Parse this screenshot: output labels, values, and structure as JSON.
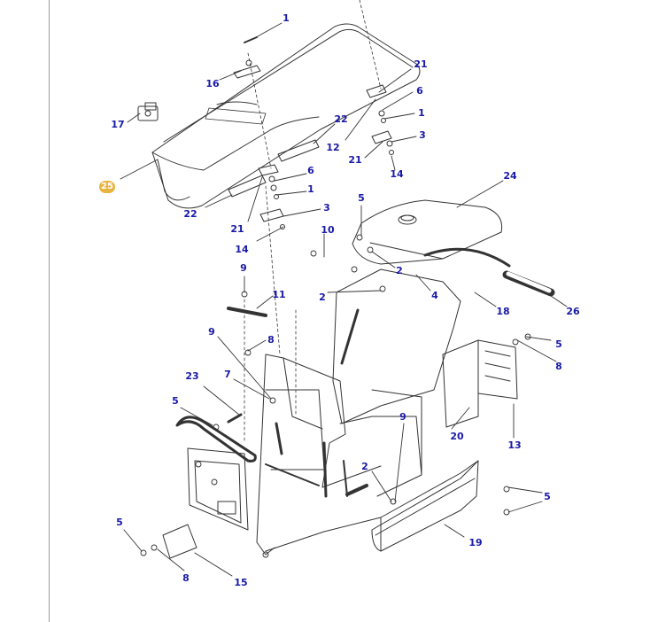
{
  "diagram": {
    "highlighted_callout": "25",
    "colors": {
      "line": "#333333",
      "callout_text": "#1a1aa8",
      "highlight_badge": "#e8b440",
      "page_rule": "#9a9a9a"
    },
    "callouts": [
      {
        "label": "1"
      },
      {
        "label": "16"
      },
      {
        "label": "17"
      },
      {
        "label": "25"
      },
      {
        "label": "21"
      },
      {
        "label": "6"
      },
      {
        "label": "1"
      },
      {
        "label": "3"
      },
      {
        "label": "21"
      },
      {
        "label": "14"
      },
      {
        "label": "22"
      },
      {
        "label": "12"
      },
      {
        "label": "6"
      },
      {
        "label": "1"
      },
      {
        "label": "3"
      },
      {
        "label": "22"
      },
      {
        "label": "21"
      },
      {
        "label": "14"
      },
      {
        "label": "24"
      },
      {
        "label": "5"
      },
      {
        "label": "10"
      },
      {
        "label": "2"
      },
      {
        "label": "9"
      },
      {
        "label": "11"
      },
      {
        "label": "2"
      },
      {
        "label": "4"
      },
      {
        "label": "18"
      },
      {
        "label": "26"
      },
      {
        "label": "9"
      },
      {
        "label": "8"
      },
      {
        "label": "5"
      },
      {
        "label": "8"
      },
      {
        "label": "23"
      },
      {
        "label": "7"
      },
      {
        "label": "5"
      },
      {
        "label": "9"
      },
      {
        "label": "20"
      },
      {
        "label": "13"
      },
      {
        "label": "2"
      },
      {
        "label": "5"
      },
      {
        "label": "5"
      },
      {
        "label": "19"
      },
      {
        "label": "8"
      },
      {
        "label": "15"
      }
    ]
  }
}
